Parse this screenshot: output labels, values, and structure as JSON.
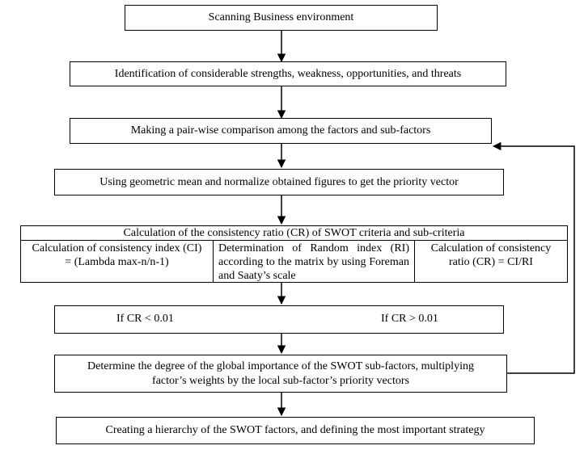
{
  "steps": {
    "scan": "Scanning Business environment",
    "identify": "Identification of considerable strengths, weakness, opportunities, and threats",
    "pairwise": "Making a pair-wise comparison among the factors and sub-factors",
    "geomean": "Using geometric mean and normalize obtained figures to get the priority vector",
    "consistency": {
      "header": "Calculation of the consistency ratio (CR) of SWOT criteria and sub-criteria",
      "ci": "Calculation of consistency index (CI) = (Lambda max-n/n-1)",
      "ri": "Determination of Random index (RI) according to the matrix by using Foreman and Saaty’s scale",
      "cr": "Calculation of consistency ratio (CR) = CI/RI"
    },
    "condition": {
      "low": "If CR < 0.01",
      "high": "If CR > 0.01"
    },
    "global": "Determine the degree of the global importance of the SWOT sub-factors, multiplying factor’s weights by the local sub-factor’s priority vectors",
    "hierarchy": "Creating a hierarchy of the SWOT factors, and defining the most important strategy"
  }
}
